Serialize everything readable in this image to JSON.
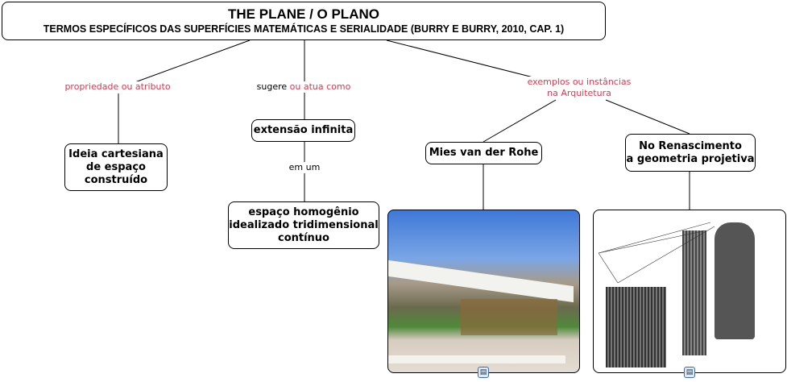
{
  "root": {
    "title": "THE PLANE / O PLANO",
    "subtitle": "TERMOS ESPECÍFICOS DAS SUPERFÍCIES MATEMÁTICAS E SERIALIDADE (BURRY E BURRY, 2010, CAP. 1)"
  },
  "links": {
    "l1": "propriedade ou atributo",
    "l2a": "sugere",
    "l2b": "ou atua como",
    "l3a": "exemplos ou instâncias",
    "l3b": "na Arquitetura",
    "l4": "em um"
  },
  "nodes": {
    "ideia": [
      "Ideia cartesiana",
      "de espaço",
      "construído"
    ],
    "extensao": "extensão infinita",
    "espaco": [
      "espaço homogênio",
      "idealizado tridimensional",
      "contínuo"
    ],
    "mies": "Mies van der Rohe",
    "renasc": [
      "No Renascimento",
      "a geometria projetiva"
    ]
  },
  "colors": {
    "link_red": "#e8324a"
  }
}
